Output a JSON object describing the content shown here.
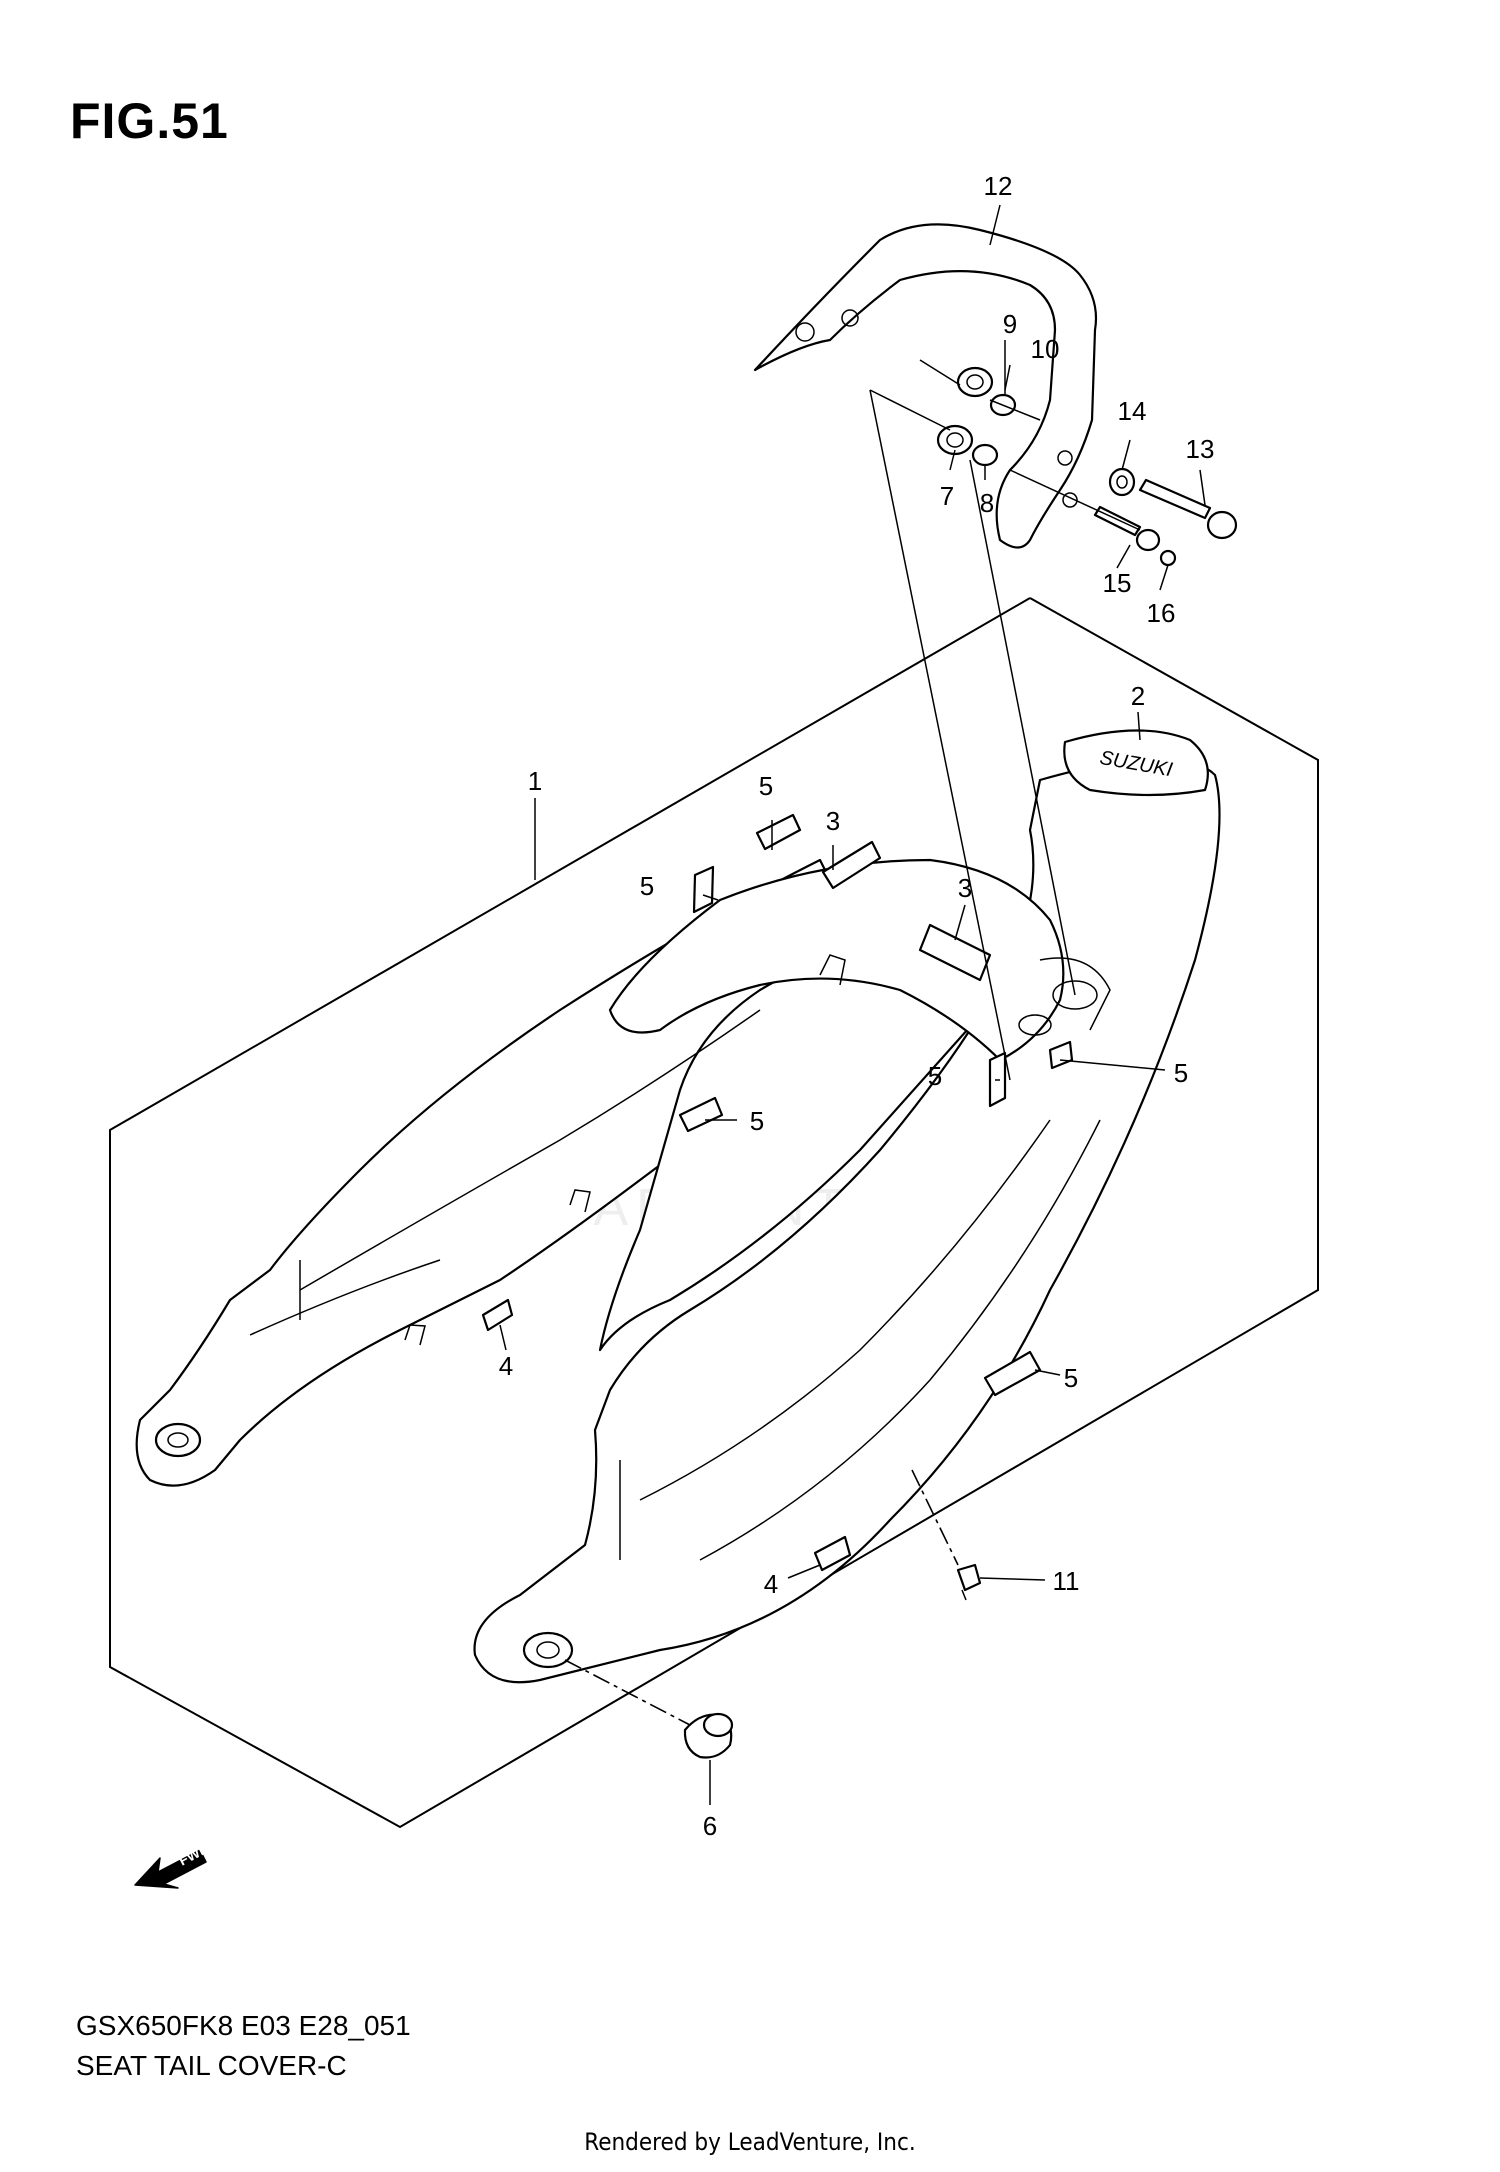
{
  "figure": {
    "title": "FIG.51",
    "model_code": "GSX650FK8 E03 E28_051",
    "diagram_name": "SEAT TAIL COVER-C",
    "footer": "Rendered by LeadVenture, Inc.",
    "watermark": "LEADVENTURE",
    "brand_mark": "SUZUKI",
    "fwd_label": "FWD"
  },
  "callouts": {
    "c1": "1",
    "c2": "2",
    "c3a": "3",
    "c3b": "3",
    "c4a": "4",
    "c4b": "4",
    "c5a": "5",
    "c5b": "5",
    "c5c": "5",
    "c5d": "5",
    "c5e": "5",
    "c5f": "5",
    "c6": "6",
    "c7": "7",
    "c8": "8",
    "c9": "9",
    "c10": "10",
    "c11": "11",
    "c12": "12",
    "c13": "13",
    "c14": "14",
    "c15": "15",
    "c16": "16"
  },
  "colors": {
    "line": "#000000",
    "background": "#ffffff",
    "watermark": "#d9d9d9"
  }
}
